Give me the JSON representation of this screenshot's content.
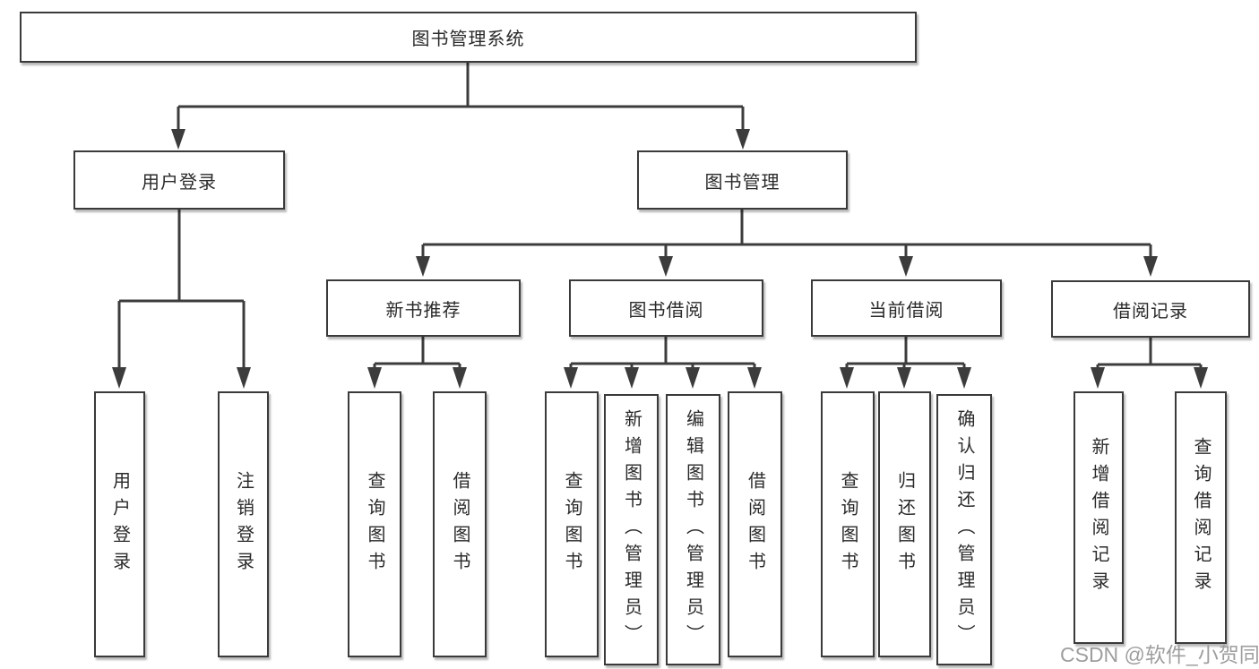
{
  "diagram_title": "图书管理系统",
  "colors": {
    "line": "#3c3c3c",
    "box_border": "#3a3a3a",
    "box_fill": "#ffffff",
    "text": "#2a2a2a",
    "watermark": "#9e9e9e"
  },
  "nodes": {
    "root": {
      "label": "图书管理系统"
    },
    "user_login": {
      "label": "用户登录"
    },
    "book_mgmt": {
      "label": "图书管理"
    },
    "new_book_rec": {
      "label": "新书推荐"
    },
    "book_borrow": {
      "label": "图书借阅"
    },
    "current_borrow": {
      "label": "当前借阅"
    },
    "borrow_records": {
      "label": "借阅记录"
    },
    "v_user_login": {
      "label": "用户登录"
    },
    "v_logout_login": {
      "label": "注销登录"
    },
    "v_query_book_1": {
      "label": "查询图书"
    },
    "v_borrow_book_1": {
      "label": "借阅图书"
    },
    "v_query_book_2": {
      "label": "查询图书"
    },
    "v_add_book_admin": {
      "label": "新增图书（管理员）"
    },
    "v_edit_book_admin": {
      "label": "编辑图书（管理员）"
    },
    "v_borrow_book_2": {
      "label": "借阅图书"
    },
    "v_query_book_3": {
      "label": "查询图书"
    },
    "v_return_book": {
      "label": "归还图书"
    },
    "v_confirm_return_admin": {
      "label": "确认归还（管理员）"
    },
    "v_add_borrow_record": {
      "label": "新增借阅记录"
    },
    "v_query_borrow_record": {
      "label": "查询借阅记录"
    }
  },
  "edges": [
    [
      "root",
      "user_login"
    ],
    [
      "root",
      "book_mgmt"
    ],
    [
      "user_login",
      "v_user_login"
    ],
    [
      "user_login",
      "v_logout_login"
    ],
    [
      "book_mgmt",
      "new_book_rec"
    ],
    [
      "book_mgmt",
      "book_borrow"
    ],
    [
      "book_mgmt",
      "current_borrow"
    ],
    [
      "book_mgmt",
      "borrow_records"
    ],
    [
      "new_book_rec",
      "v_query_book_1"
    ],
    [
      "new_book_rec",
      "v_borrow_book_1"
    ],
    [
      "book_borrow",
      "v_query_book_2"
    ],
    [
      "book_borrow",
      "v_add_book_admin"
    ],
    [
      "book_borrow",
      "v_edit_book_admin"
    ],
    [
      "book_borrow",
      "v_borrow_book_2"
    ],
    [
      "current_borrow",
      "v_query_book_3"
    ],
    [
      "current_borrow",
      "v_return_book"
    ],
    [
      "current_borrow",
      "v_confirm_return_admin"
    ],
    [
      "borrow_records",
      "v_add_borrow_record"
    ],
    [
      "borrow_records",
      "v_query_borrow_record"
    ]
  ],
  "watermark": {
    "text": "CSDN @软件_小贺同学"
  }
}
